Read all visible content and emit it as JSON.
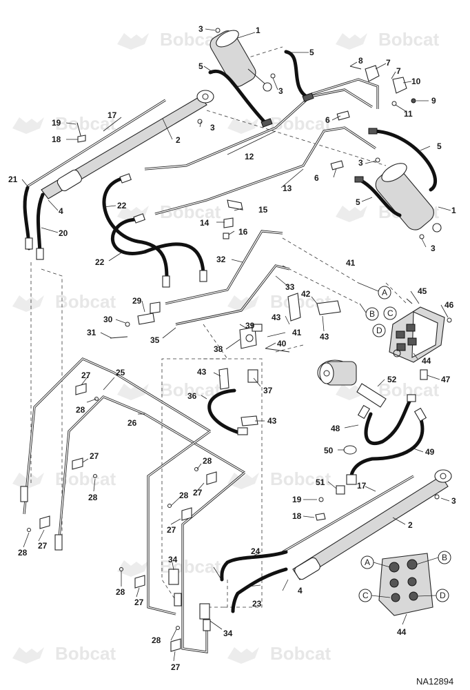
{
  "watermark": {
    "brand": "Bobcat"
  },
  "drawing_number": "NA12894",
  "port_letters": [
    "A",
    "B",
    "C",
    "D"
  ],
  "callouts": {
    "c1": "1",
    "c2": "2",
    "c3": "3",
    "c4": "4",
    "c5": "5",
    "c6": "6",
    "c7": "7",
    "c8": "8",
    "c9": "9",
    "c10": "10",
    "c11": "11",
    "c12": "12",
    "c13": "13",
    "c14": "14",
    "c15": "15",
    "c16": "16",
    "c17": "17",
    "c18": "18",
    "c19": "19",
    "c20": "20",
    "c21": "21",
    "c22": "22",
    "c23": "23",
    "c24": "24",
    "c25": "25",
    "c26": "26",
    "c27": "27",
    "c28": "28",
    "c29": "29",
    "c30": "30",
    "c31": "31",
    "c32": "32",
    "c33": "33",
    "c34": "34",
    "c35": "35",
    "c36": "36",
    "c37": "37",
    "c38": "38",
    "c39": "39",
    "c40": "40",
    "c41": "41",
    "c42": "42",
    "c43": "43",
    "c44": "44",
    "c45": "45",
    "c46": "46",
    "c47": "47",
    "c48": "48",
    "c49": "49",
    "c50": "50",
    "c51": "51",
    "c52": "52"
  }
}
